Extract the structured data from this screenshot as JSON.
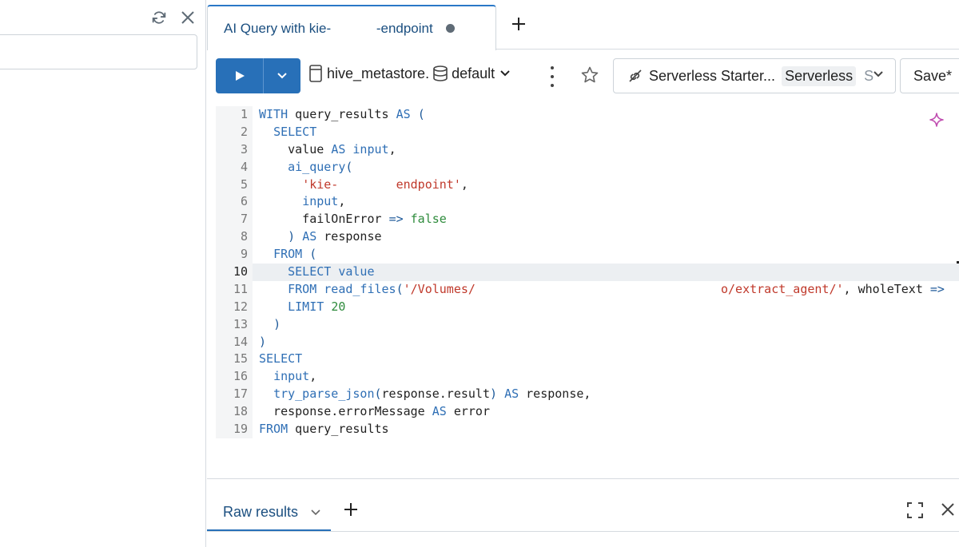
{
  "left_panel": {
    "refresh_icon": "refresh-icon",
    "close_icon": "close-icon",
    "search_value": ""
  },
  "tabs": [
    {
      "label": "AI Query with kie-            -endpoint",
      "unsaved": true
    }
  ],
  "toolbar": {
    "run_icon": "play-icon",
    "catalog": "hive_metastore",
    "separator": ".",
    "schema": "default",
    "compute_name": "Serverless Starter...",
    "compute_badge": "Serverless",
    "compute_trunc": "S",
    "save_label": "Save*"
  },
  "editor": {
    "line_numbers": [
      "1",
      "2",
      "3",
      "4",
      "5",
      "6",
      "7",
      "8",
      "9",
      "10",
      "11",
      "12",
      "13",
      "14",
      "15",
      "16",
      "17",
      "18",
      "19"
    ],
    "active_line": 10
  },
  "results": {
    "tab_label": "Raw results"
  },
  "colors": {
    "accent": "#2870b8",
    "keyword": "#2f6fb5",
    "string": "#c0392b",
    "number": "#2e8b3c"
  }
}
